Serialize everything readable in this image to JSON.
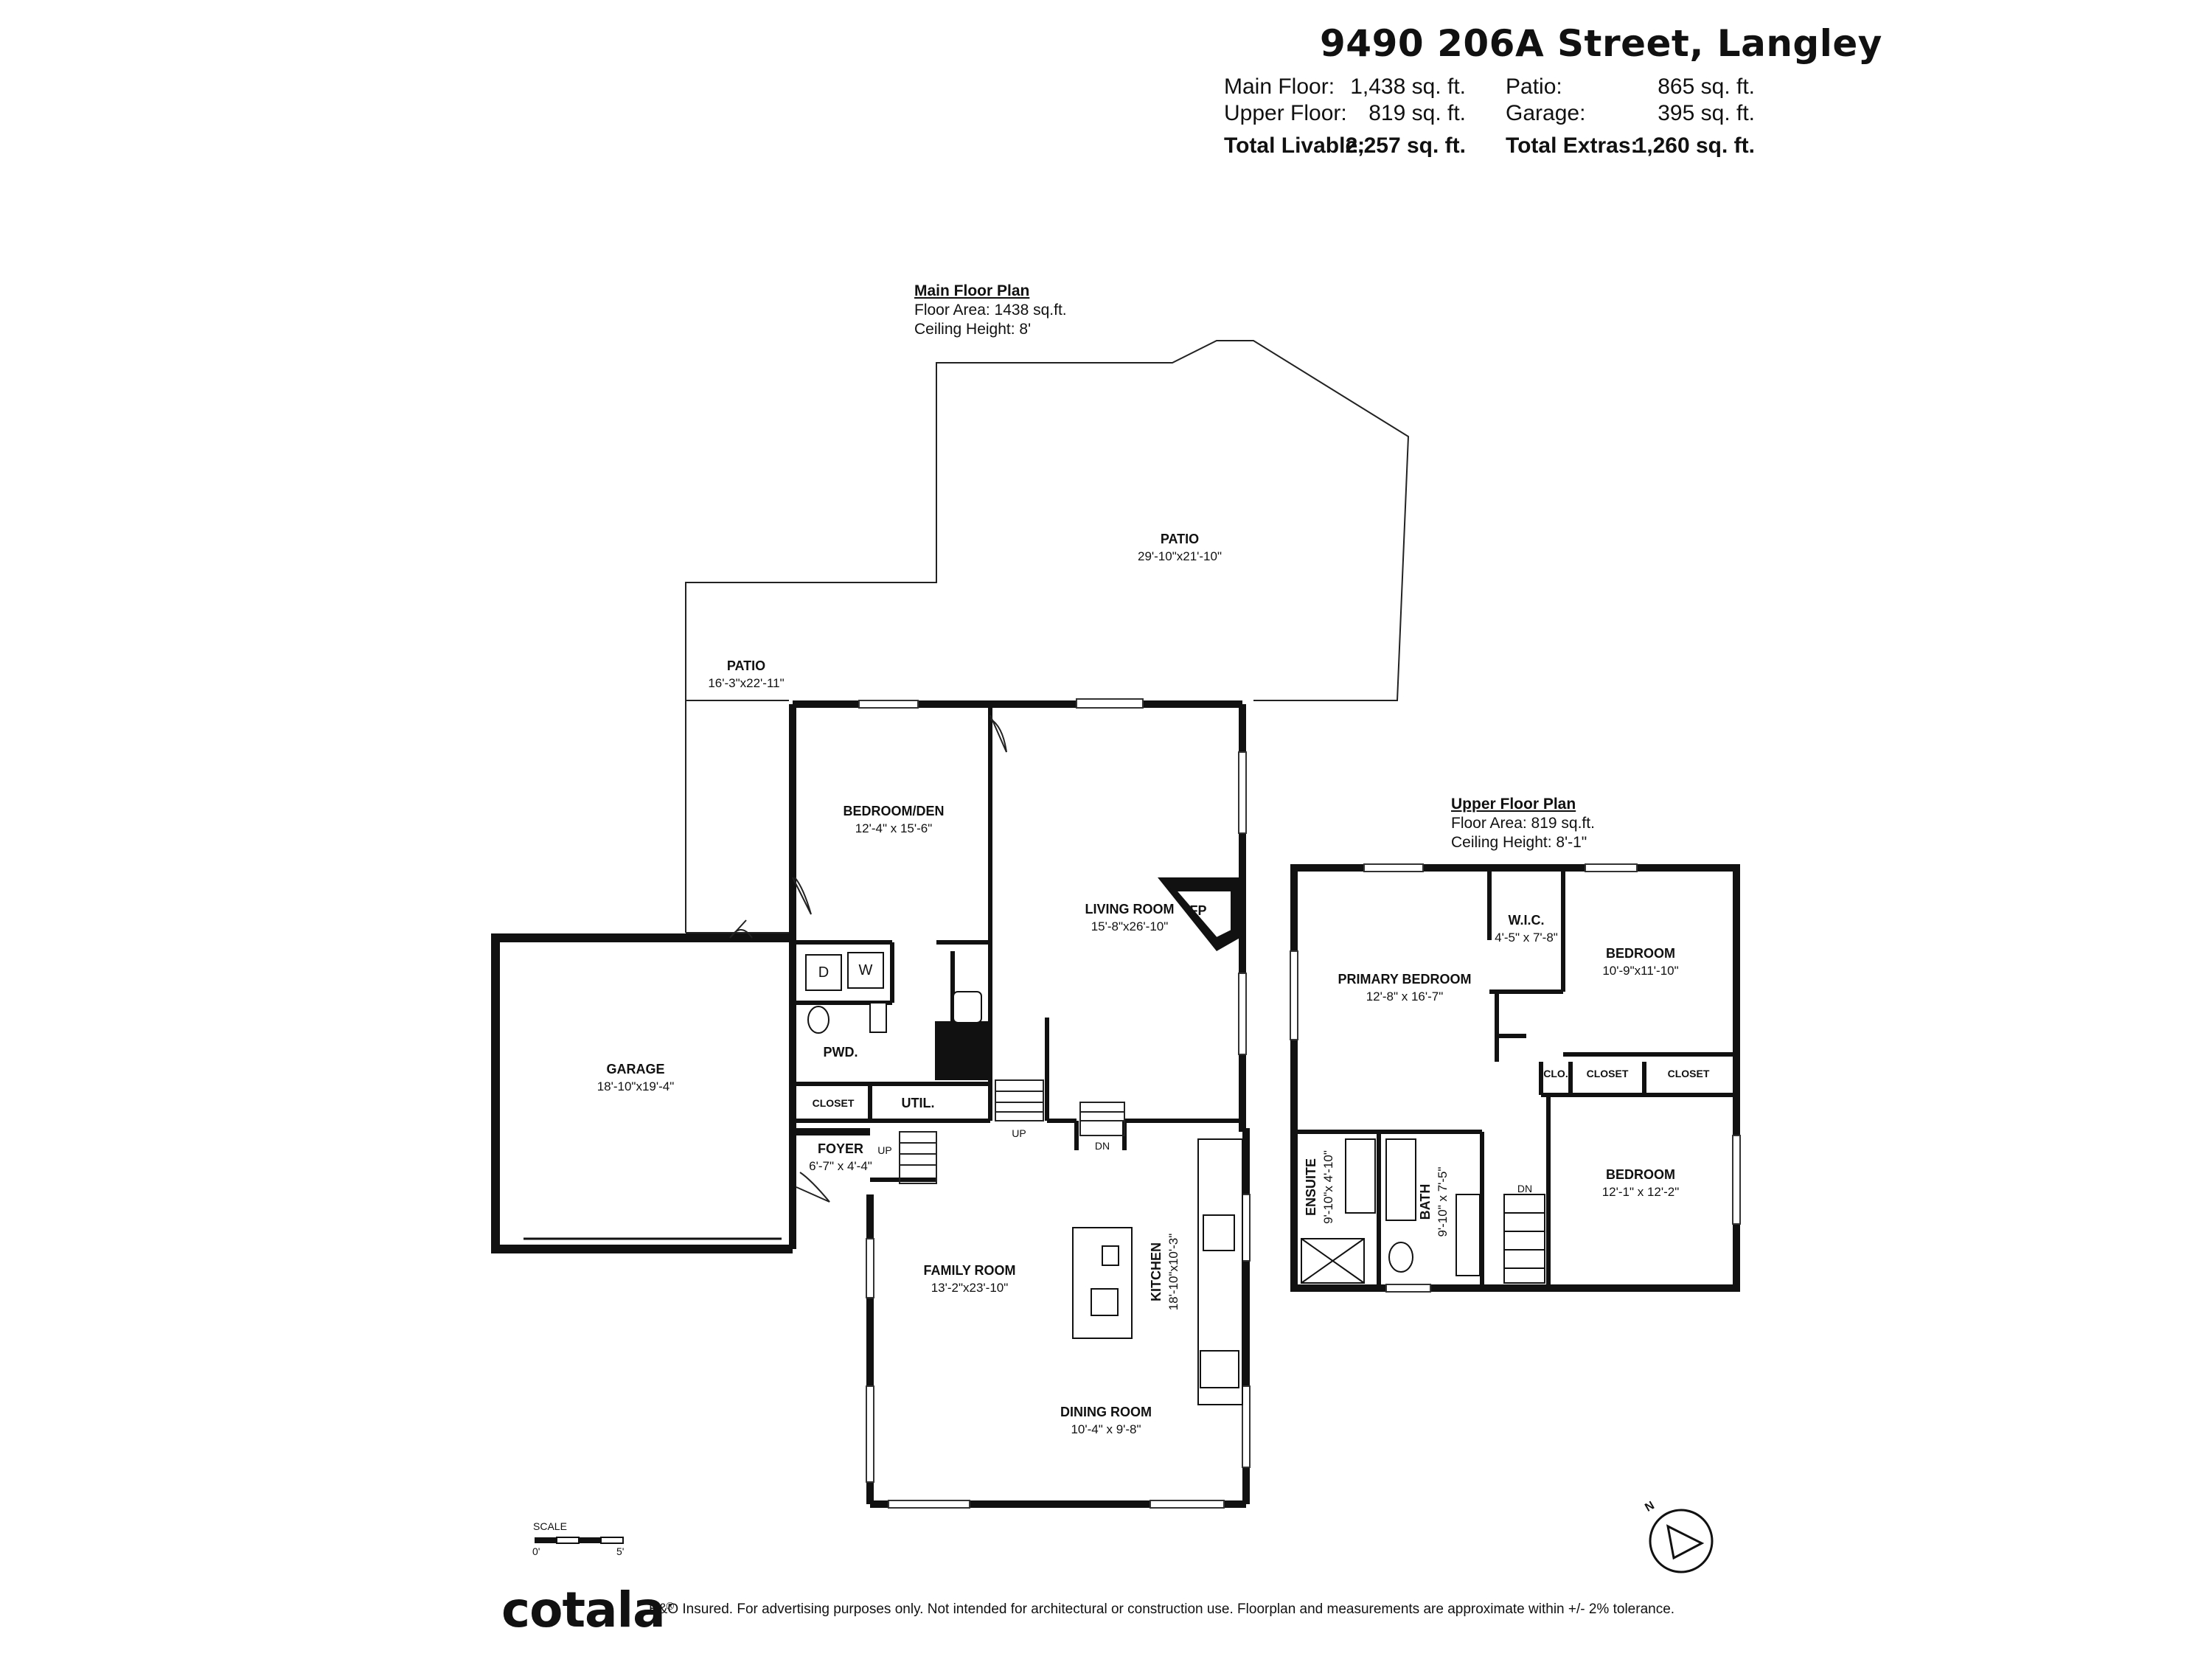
{
  "header": {
    "address": "9490 206A Street, Langley",
    "main_floor_label": "Main Floor:",
    "main_floor_value": "1,438 sq. ft.",
    "upper_floor_label": "Upper Floor:",
    "upper_floor_value": "819 sq. ft.",
    "total_livable_label": "Total Livable:",
    "total_livable_value": "2,257 sq. ft.",
    "patio_label": "Patio:",
    "patio_value": "865 sq. ft.",
    "garage_label": "Garage:",
    "garage_value": "395 sq. ft.",
    "total_extras_label": "Total Extras:",
    "total_extras_value": "1,260 sq. ft."
  },
  "main_plan": {
    "title": "Main Floor Plan",
    "area": "Floor Area: 1438 sq.ft.",
    "ceiling": "Ceiling Height: 8'"
  },
  "upper_plan": {
    "title": "Upper Floor Plan",
    "area": "Floor Area: 819 sq.ft.",
    "ceiling": "Ceiling Height: 8'-1\""
  },
  "rooms": {
    "patio_large": {
      "name": "PATIO",
      "dim": "29'-10\"x21'-10\""
    },
    "patio_small": {
      "name": "PATIO",
      "dim": "16'-3\"x22'-11\""
    },
    "bedroom_den": {
      "name": "BEDROOM/DEN",
      "dim": "12'-4\" x 15'-6\""
    },
    "living_room": {
      "name": "LIVING ROOM",
      "dim": "15'-8\"x26'-10\""
    },
    "fp": {
      "name": "FP"
    },
    "garage": {
      "name": "GARAGE",
      "dim": "18'-10\"x19'-4\""
    },
    "pwd": {
      "name": "PWD."
    },
    "closet_main": {
      "name": "CLOSET"
    },
    "util": {
      "name": "UTIL."
    },
    "foyer": {
      "name": "FOYER",
      "dim": "6'-7\" x 4'-4\""
    },
    "family_room": {
      "name": "FAMILY ROOM",
      "dim": "13'-2\"x23'-10\""
    },
    "kitchen": {
      "name": "KITCHEN",
      "dim": "18'-10\"x10'-3\""
    },
    "dining_room": {
      "name": "DINING ROOM",
      "dim": "10'-4\" x 9'-8\""
    },
    "primary_bedroom": {
      "name": "PRIMARY BEDROOM",
      "dim": "12'-8\" x 16'-7\""
    },
    "wic": {
      "name": "W.I.C.",
      "dim": "4'-5\" x 7'-8\""
    },
    "bedroom_1": {
      "name": "BEDROOM",
      "dim": "10'-9\"x11'-10\""
    },
    "clo": {
      "name": "CLO."
    },
    "closet_up_1": {
      "name": "CLOSET"
    },
    "closet_up_2": {
      "name": "CLOSET"
    },
    "ensuite": {
      "name": "ENSUITE",
      "dim": "9'-10\"x 4'-10\""
    },
    "bath": {
      "name": "BATH",
      "dim": "9'-10\" x 7'-5\""
    },
    "bedroom_2": {
      "name": "BEDROOM",
      "dim": "12'-1\" x 12'-2\""
    }
  },
  "fixtures": {
    "dryer": "D",
    "washer": "W",
    "stair_up_1": "UP",
    "stair_up_2": "UP",
    "stair_dn_1": "DN",
    "stair_dn_2": "DN"
  },
  "scale": {
    "label": "SCALE",
    "min": "0'",
    "max": "5'"
  },
  "compass": {
    "label": "N",
    "icon": "north-arrow-icon"
  },
  "footer": {
    "brand": "cotala",
    "brand_mark": "®",
    "disclaimer": "E&O Insured. For advertising purposes only. Not intended for architectural or construction use. Floorplan and measurements are approximate within +/- 2% tolerance."
  }
}
